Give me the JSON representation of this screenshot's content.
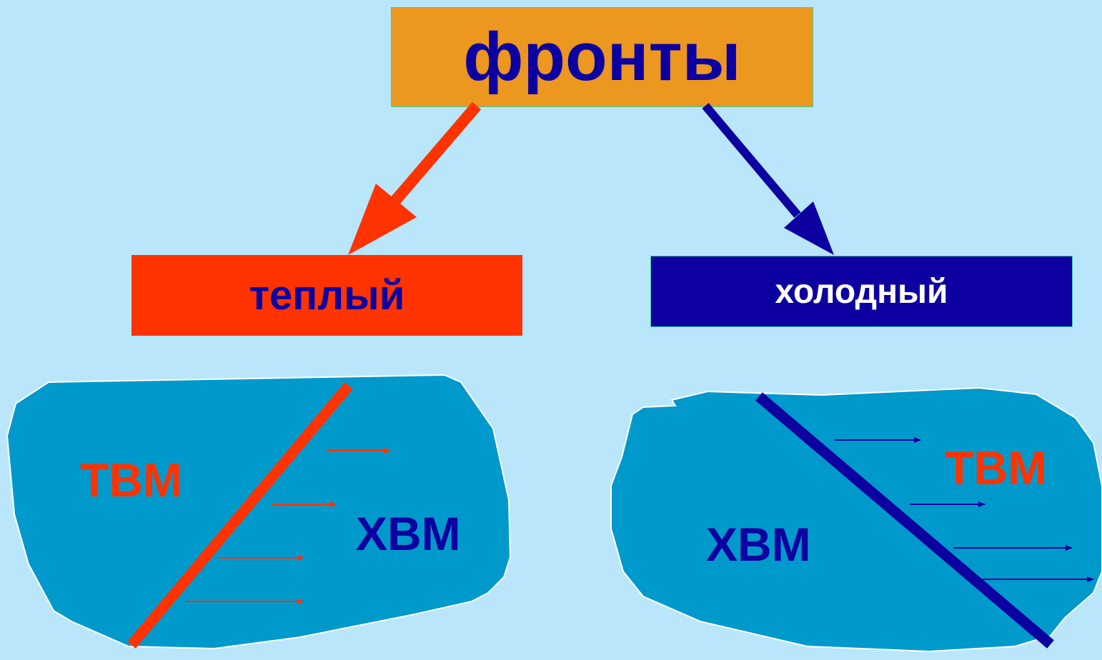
{
  "title": "фронты",
  "warm": {
    "label": "теплый",
    "left_mass": "ТВМ",
    "right_mass": "ХВМ"
  },
  "cold": {
    "label": "холодный",
    "left_mass": "ХВМ",
    "right_mass": "ТВМ"
  },
  "colors": {
    "background": "#b9e6fa",
    "title_box": "#ec9720",
    "warm": "#ff3300",
    "cold": "#0c00a0",
    "blob": "#0099cc"
  }
}
